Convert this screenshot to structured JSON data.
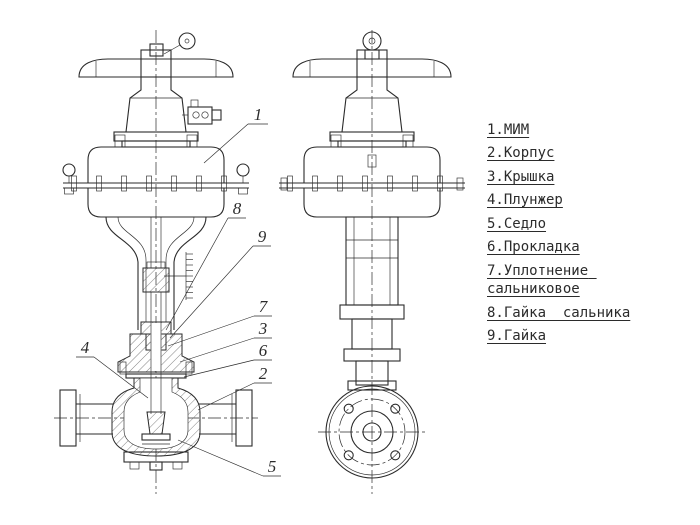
{
  "colors": {
    "ink": "#2b2b2b",
    "paper": "#ffffff"
  },
  "callouts": [
    "1",
    "8",
    "9",
    "7",
    "3",
    "6",
    "2",
    "4",
    "5"
  ],
  "legend": {
    "items": [
      "1.МИМ",
      "2.Корпус",
      "3.Крышка",
      "4.Плунжер",
      "5.Седло",
      "6.Прокладка",
      "7.Уплотнение сальниковое",
      "8.Гайка  сальника",
      "9.Гайка"
    ]
  }
}
